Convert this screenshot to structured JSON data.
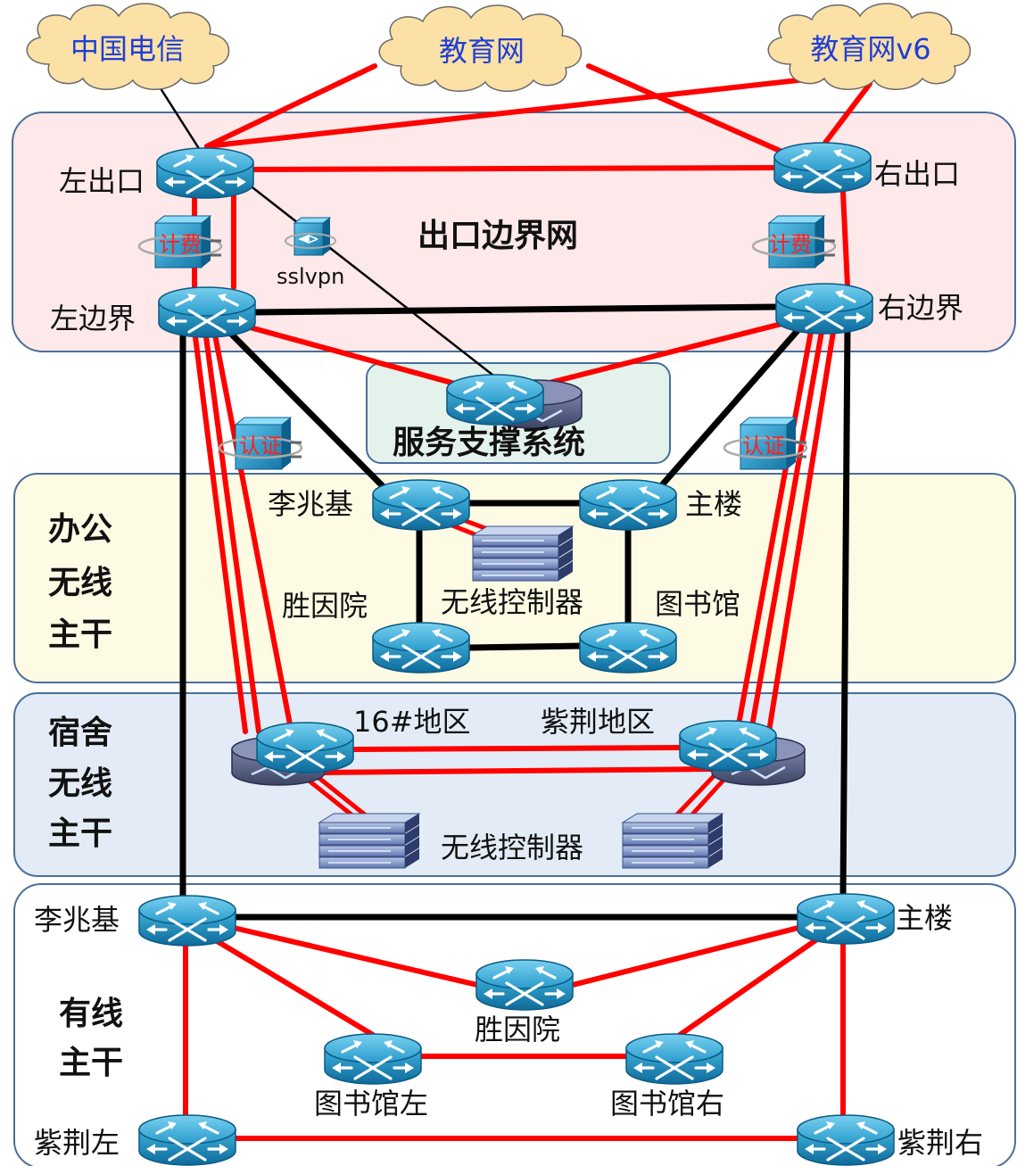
{
  "clouds": {
    "telecom": "中国电信",
    "edu": "教育网",
    "edu_v6": "教育网v6"
  },
  "zones": {
    "egress": "出口边界网",
    "service": "服务支撑系统",
    "office": [
      "办公",
      "无线",
      "主干"
    ],
    "dorm": [
      "宿舍",
      "无线",
      "主干"
    ],
    "wired": [
      "有线",
      "主干"
    ]
  },
  "nodes": {
    "left_exit": "左出口",
    "right_exit": "右出口",
    "left_border": "左边界",
    "right_border": "右边界",
    "office_lizhaoji": "李兆基",
    "office_main": "主楼",
    "office_shengyin": "胜因院",
    "office_library": "图书馆",
    "office_wlc": "无线控制器",
    "dorm_16": "16#地区",
    "dorm_zijing": "紫荆地区",
    "dorm_wlc": "无线控制器",
    "wired_lizhaoji": "李兆基",
    "wired_main": "主楼",
    "wired_shengyin": "胜因院",
    "wired_lib_left": "图书馆左",
    "wired_lib_right": "图书馆右",
    "wired_zijing_left": "紫荆左",
    "wired_zijing_right": "紫荆右"
  },
  "tags": {
    "billing": "计费",
    "auth": "认证",
    "sslvpn": "sslvpn"
  },
  "colors": {
    "red_link": "#ff0000",
    "black_link": "#000000",
    "egress_bg": "#fde8ea",
    "service_bg": "#e3f2ea",
    "office_bg": "#fefbe4",
    "dorm_bg": "#e3ecf6",
    "wired_bg": "#ffffff",
    "zone_border": "#4a6f9a",
    "router_blue": "#1b86b8",
    "cloud_fill": "#fbe1a6",
    "cloud_text": "#1f3fd6"
  },
  "icons": {
    "router": "router-icon",
    "cloud": "cloud-icon",
    "billing": "firewall-icon",
    "wlc": "server-stack-icon"
  }
}
